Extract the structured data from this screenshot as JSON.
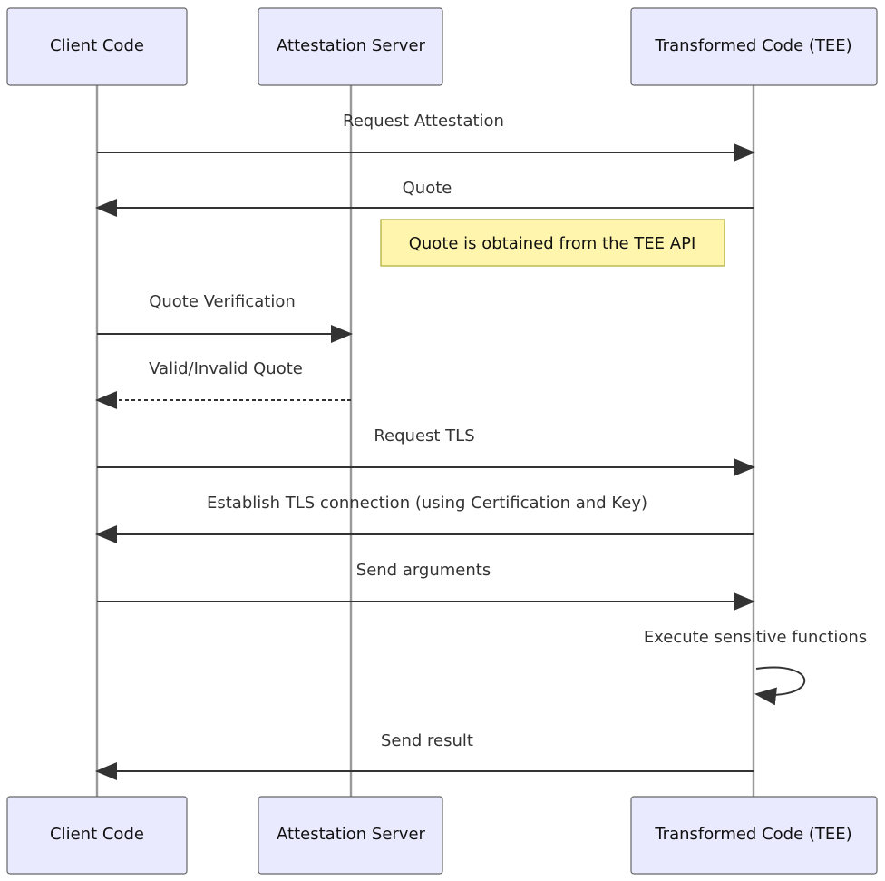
{
  "diagram": {
    "type": "sequence",
    "participants": [
      {
        "id": "client",
        "label": "Client Code"
      },
      {
        "id": "attest",
        "label": "Attestation Server"
      },
      {
        "id": "tee",
        "label": "Transformed Code (TEE)"
      }
    ],
    "messages": [
      {
        "from": "client",
        "to": "tee",
        "label": "Request Attestation",
        "style": "solid"
      },
      {
        "from": "tee",
        "to": "client",
        "label": "Quote",
        "style": "solid"
      },
      {
        "from": "client",
        "to": "attest",
        "label": "Quote Verification",
        "style": "solid"
      },
      {
        "from": "attest",
        "to": "client",
        "label": "Valid/Invalid Quote",
        "style": "dashed"
      },
      {
        "from": "client",
        "to": "tee",
        "label": "Request TLS",
        "style": "solid"
      },
      {
        "from": "tee",
        "to": "client",
        "label": "Establish TLS connection (using Certification and Key)",
        "style": "solid"
      },
      {
        "from": "client",
        "to": "tee",
        "label": "Send arguments",
        "style": "solid"
      },
      {
        "from": "tee",
        "to": "tee",
        "label": "Execute sensitive functions",
        "style": "solid"
      },
      {
        "from": "tee",
        "to": "client",
        "label": "Send result",
        "style": "solid"
      }
    ],
    "note": {
      "text": "Quote is obtained from the TEE API"
    },
    "colors": {
      "actor_fill": "#eaeaff",
      "actor_border": "#666666",
      "lifeline": "#999999",
      "arrow": "#333333",
      "note_fill": "#fff5ad",
      "note_border": "#aaaa33"
    }
  }
}
